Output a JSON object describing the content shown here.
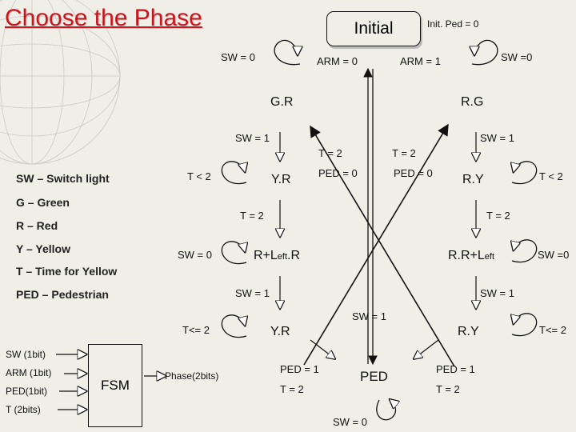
{
  "title": "Choose the Phase",
  "initial": {
    "label": "Initial",
    "note": "Init. Ped = 0",
    "arm0": "ARM = 0",
    "arm1": "ARM = 1",
    "sw_left": "SW = 0",
    "sw_right": "SW =0"
  },
  "states": {
    "gr": "G.R",
    "rg": "R.G",
    "yr": "Y.R",
    "ry": "R.Y",
    "rrl_left": "R+L",
    "rrl_left_sub": "eft",
    "rrl_left_tail": ".R",
    "rrl_right": "R.R+L",
    "rrl_right_sub": "eft",
    "yr2": "Y.R",
    "ry2": "R.Y",
    "ped": "PED"
  },
  "transitions": {
    "sw1_left": "SW = 1",
    "sw1_right": "SW = 1",
    "t2_a": "T = 2",
    "t2_b": "T = 2",
    "ped0_a": "PED = 0",
    "ped0_b": "PED = 0",
    "tlt2_left": "T < 2",
    "tlt2_right": "T < 2",
    "t2_c": "T = 2",
    "t2_d": "T = 2",
    "sw0_left": "SW = 0",
    "sw0_right": "SW =0",
    "sw1_c": "SW = 1",
    "sw1_d": "SW = 1",
    "sw1_center": "SW = 1",
    "tle2_left": "T<= 2",
    "tle2_right": "T<= 2",
    "ped1_left": "PED = 1",
    "ped1_right": "PED = 1",
    "t2_e": "T = 2",
    "t2_f": "T = 2",
    "sw0_bottom": "SW = 0"
  },
  "legend": [
    "SW – Switch light",
    "G – Green",
    "R – Red",
    "Y – Yellow",
    "T – Time for Yellow",
    "PED – Pedestrian"
  ],
  "fsm": {
    "label": "FSM",
    "inputs": [
      "SW (1bit)",
      "ARM (1bit)",
      "PED(1bit)",
      "T  (2bits)"
    ],
    "output": "Phase(2bits)"
  }
}
